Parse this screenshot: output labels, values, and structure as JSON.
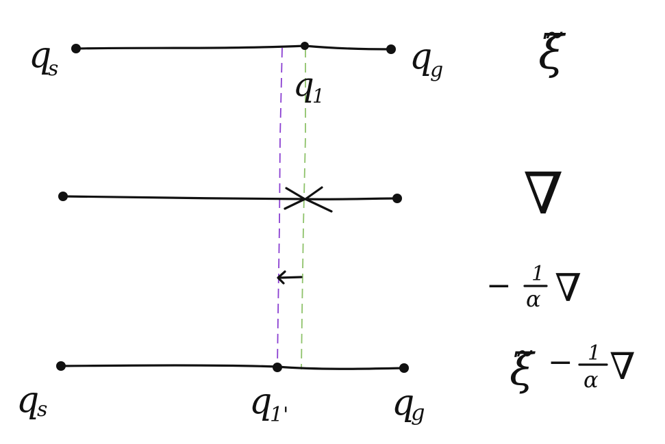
{
  "colors": {
    "ink": "#111111",
    "guide_purple": "#8a3fd1",
    "guide_green": "#8ec26a"
  },
  "labels": {
    "top_start": "q",
    "top_start_sub": "s",
    "top_goal": "q",
    "top_goal_sub": "g",
    "top_mid": "q",
    "top_mid_sub": "1",
    "bottom_start": "q",
    "bottom_start_sub": "s",
    "bottom_mid": "q",
    "bottom_mid_sub": "1'",
    "bottom_goal": "q",
    "bottom_goal_sub": "g"
  },
  "annotations": {
    "row1": "ξ̃",
    "row2": "∇",
    "row3_minus": "−",
    "row3_num": "1",
    "row3_den": "α",
    "row3_grad": "∇",
    "row4_xi": "ξ̃",
    "row4_minus": "−",
    "row4_num": "1",
    "row4_den": "α",
    "row4_grad": "∇"
  }
}
